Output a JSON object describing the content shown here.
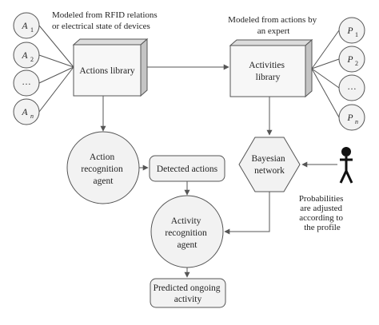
{
  "diagram": {
    "colors": {
      "stroke": "#555555",
      "fill": "#f2f2f2",
      "box_top": "#dcdcdc",
      "box_side": "#c4c4c4",
      "text": "#222222"
    },
    "inputs_left": [
      {
        "base": "A",
        "sub": "1"
      },
      {
        "base": "A",
        "sub": "2"
      },
      {
        "base": "…",
        "sub": ""
      },
      {
        "base": "A",
        "sub": "n"
      }
    ],
    "inputs_right": [
      {
        "base": "P",
        "sub": "1"
      },
      {
        "base": "P",
        "sub": "2"
      },
      {
        "base": "…",
        "sub": ""
      },
      {
        "base": "P",
        "sub": "n"
      }
    ],
    "notes": {
      "left": [
        "Modeled from RFID relations",
        "or electrical state of devices"
      ],
      "right": [
        "Modeled from actions by",
        "an expert"
      ],
      "probabilities": [
        "Probabilities",
        "are adjusted",
        "according to",
        "the profile"
      ]
    },
    "nodes": {
      "actions_library": [
        "Actions library"
      ],
      "activities_library": [
        "Activities",
        "library"
      ],
      "action_agent": [
        "Action",
        "recognition",
        "agent"
      ],
      "detected_actions": [
        "Detected actions"
      ],
      "bayesian": [
        "Bayesian",
        "network"
      ],
      "activity_agent": [
        "Activity",
        "recognition",
        "agent"
      ],
      "predicted": [
        "Predicted ongoing",
        "activity"
      ]
    },
    "expert_icon": "person-icon"
  }
}
